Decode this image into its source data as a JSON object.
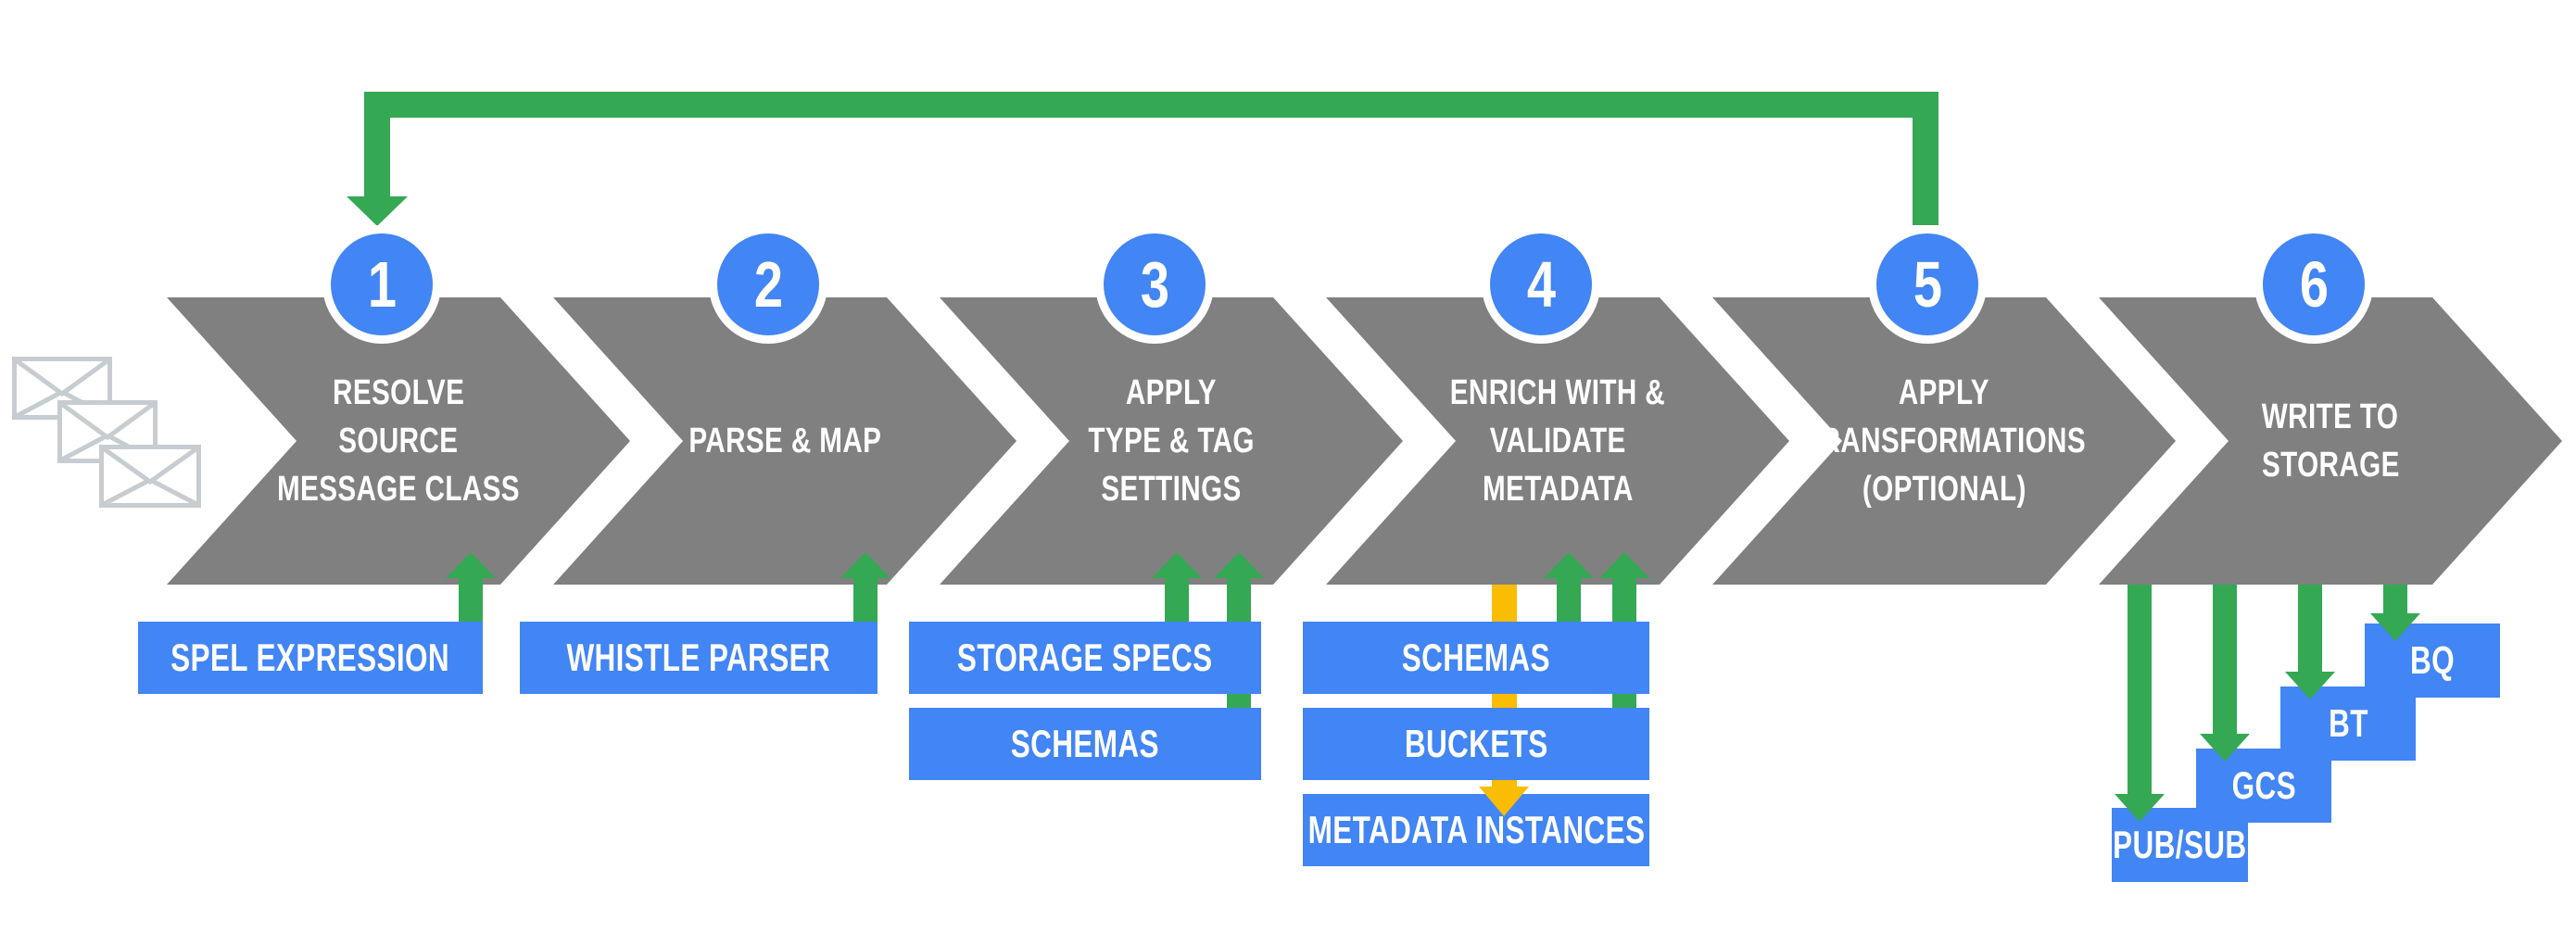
{
  "colors": {
    "chevron": "#808080",
    "blue": "#4285F4",
    "green": "#34A853",
    "yellow": "#FBBC04",
    "envelope": "#C7CCD1",
    "text": "#FFFFFF"
  },
  "icons": {
    "source_input": "envelope-stack-icon"
  },
  "steps": [
    {
      "number": "1",
      "lines": [
        "RESOLVE",
        "SOURCE",
        "MESSAGE CLASS"
      ],
      "attachments": [
        "SPEL EXPRESSION"
      ]
    },
    {
      "number": "2",
      "lines": [
        "PARSE & MAP"
      ],
      "attachments": [
        "WHISTLE PARSER"
      ]
    },
    {
      "number": "3",
      "lines": [
        "APPLY",
        "TYPE & TAG",
        "SETTINGS"
      ],
      "attachments": [
        "STORAGE SPECS",
        "SCHEMAS"
      ]
    },
    {
      "number": "4",
      "lines": [
        "ENRICH WITH &",
        "VALIDATE",
        "METADATA"
      ],
      "attachments": [
        "SCHEMAS",
        "BUCKETS",
        "METADATA INSTANCES"
      ]
    },
    {
      "number": "5",
      "lines": [
        "APPLY",
        "TRANSFORMATIONS",
        "(OPTIONAL)"
      ],
      "attachments": []
    },
    {
      "number": "6",
      "lines": [
        "WRITE TO",
        "STORAGE"
      ],
      "attachments": [
        "PUB/SUB",
        "GCS",
        "BT",
        "BQ"
      ]
    }
  ]
}
